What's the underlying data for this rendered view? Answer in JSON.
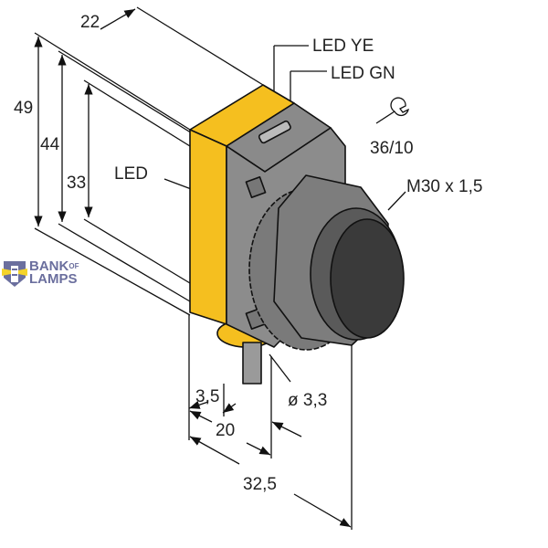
{
  "dimensions": {
    "width_top": "22",
    "height_total": "49",
    "height_body": "44",
    "height_inner": "33",
    "cable_offset": "3,5",
    "cable_diameter": "ø 3,3",
    "depth_body": "20",
    "depth_total": "32,5"
  },
  "labels": {
    "led_ye": "LED YE",
    "led_gn": "LED GN",
    "led": "LED",
    "wrench_size": "36/10",
    "thread": "M30 x 1,5"
  },
  "icons": {
    "wrench": "wrench-icon",
    "logo": "lighthouse-icon"
  },
  "logo": {
    "line1": "BANK",
    "of": "OF",
    "line2": "LAMPS"
  },
  "colors": {
    "housing": "#f5bf1f",
    "body": "#8c8c8c",
    "lens": "#3a3a3a",
    "logo": "#6b6f9e"
  }
}
